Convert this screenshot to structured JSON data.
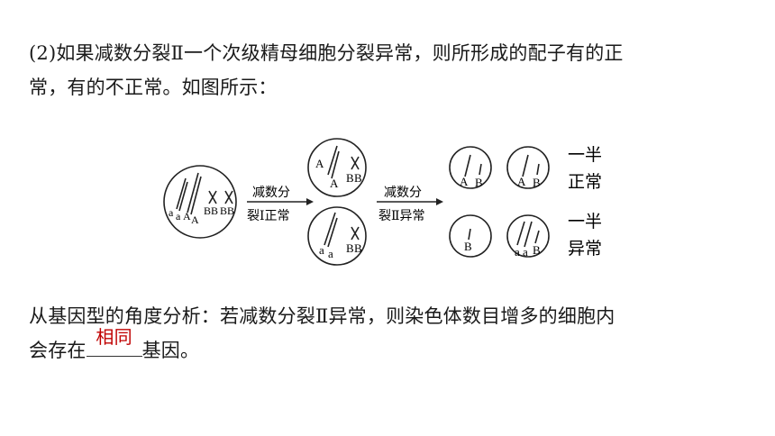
{
  "paragraph1": {
    "line1": "(2)如果减数分裂Ⅱ一个次级精母细胞分裂异常，则所形成的配子有的正",
    "line2": "常，有的不正常。如图所示："
  },
  "diagram": {
    "arrow1_top": "减数分",
    "arrow1_bottom": "裂Ⅰ正常",
    "arrow2_top": "减数分",
    "arrow2_bottom": "裂Ⅱ异常",
    "result_top_line1": "一半",
    "result_top_line2": "正常",
    "result_bottom_line1": "一半",
    "result_bottom_line2": "异常",
    "gene_a": "a",
    "gene_A": "A",
    "gene_B": "B"
  },
  "paragraph2": {
    "line1": "从基因型的角度分析：若减数分裂Ⅱ异常，则染色体数目增多的细胞内",
    "line2_before": "会存在",
    "answer": "相同",
    "line2_after": "基因。"
  }
}
